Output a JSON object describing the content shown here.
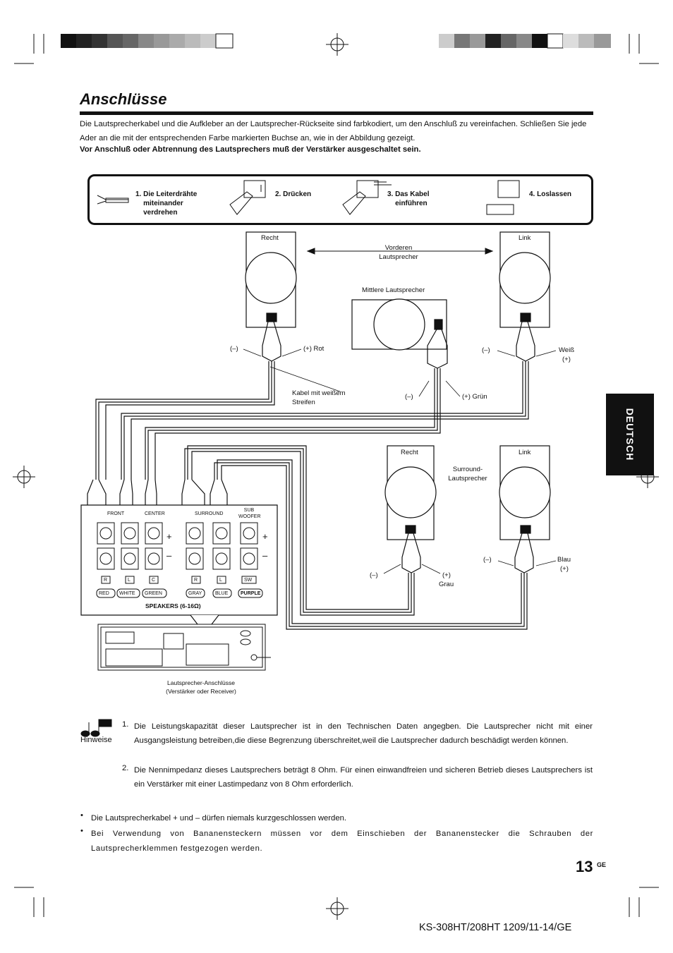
{
  "page": {
    "title": "Anschlüsse",
    "intro": "Die Lautsprecherkabel und die Aufkleber an der Lautsprecher-Rückseite sind farbkodiert, um den Anschluß zu vereinfachen. Schließen Sie jede Ader an die mit der entsprechenden Farbe markierten Buchse an, wie in der Abbildung gezeigt.",
    "warning": "Vor Anschluß oder Abtrennung des Lautsprechers  muß der Verstärker ausgeschaltet sein.",
    "side_tab": "DEUTSCH",
    "page_number": "13",
    "page_suffix": "GE",
    "footer": "KS-308HT/208HT  1209/11-14/GE"
  },
  "steps": [
    {
      "label": "1. Die Leiterdrähte\n    miteinander\n    verdrehen",
      "icon": "twisted-wire-icon"
    },
    {
      "label": "2. Drücken",
      "icon": "press-terminal-icon"
    },
    {
      "label": "3. Das Kabel\n    einführen",
      "icon": "insert-cable-icon"
    },
    {
      "label": "4. Loslassen",
      "icon": "release-terminal-icon"
    }
  ],
  "diagram": {
    "front_right": "Recht",
    "front_left": "Link",
    "front_caption": "Vorderen\nLautsprecher",
    "center_caption": "Mittlere Lautsprecher",
    "minus": "(–)",
    "plus_red": "(+) Rot",
    "white_left": "Weiß",
    "plus": "(+)",
    "stripe_cable": "Kabel mit weißem\nStreifen",
    "plus_green": "(+) Grün",
    "surround_right": "Recht",
    "surround_left": "Link",
    "surround_caption": "Surround-\nLautsprecher",
    "gray": "Grau",
    "blue": "Blau",
    "amp_caption": "Lautsprecher-Anschlüsse\n(Verstärker oder Receiver)",
    "panel": {
      "groups": [
        "FRONT",
        "CENTER",
        "SURROUND",
        "SUB\nWOOFER"
      ],
      "letters": [
        "R",
        "L",
        "C",
        "R",
        "L",
        "SW"
      ],
      "colors": [
        "RED",
        "WHITE",
        "GREEN",
        "GRAY",
        "BLUE",
        "PURPLE"
      ],
      "speakers_label": "SPEAKERS (6-16Ω)",
      "plus_sign": "+",
      "minus_sign": "–"
    }
  },
  "notes_icon_label": "Hinweise",
  "notes": [
    {
      "num": "1.",
      "text": "Die Leistungskapazität dieser Lautsprecher ist in den Technischen Daten angegben. Die Lautsprecher nicht mit einer Ausgangsleistung betreiben,die diese Begrenzung überschreitet,weil die Lautsprecher dadurch beschädigt werden können."
    },
    {
      "num": "2.",
      "text": "Die Nennimpedanz dieses Lautsprechers beträgt 8 Ohm. Für einen einwandfreien und sicheren Betrieb dieses Lautsprechers ist ein Verstärker mit einer Lastimpedanz von 8 Ohm erforderlich."
    }
  ],
  "bullets": [
    "Die Lautsprecherkabel + und – dürfen niemals kurzgeschlossen werden.",
    "Bei Verwendung von Bananensteckern müssen vor dem Einschieben der Bananenstecker die Schrauben der Lautsprecherklemmen festgezogen werden."
  ],
  "colors": {
    "ink": "#111111",
    "tab_bg": "#111111",
    "tab_text": "#ffffff"
  }
}
